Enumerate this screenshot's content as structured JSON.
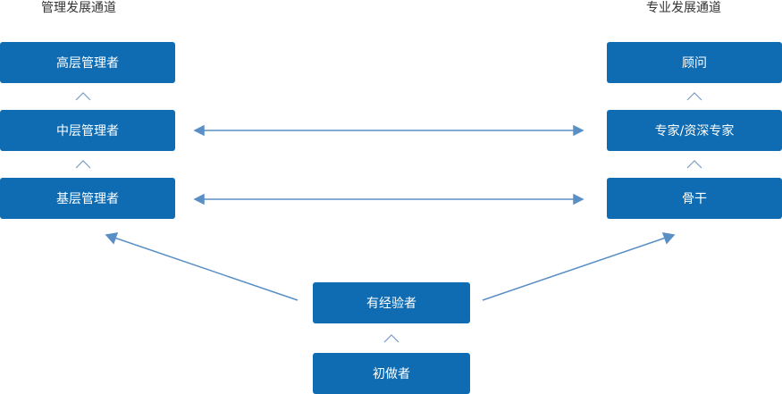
{
  "headings": {
    "management": "管理发展通道",
    "professional": "专业发展通道"
  },
  "management_track": [
    "高层管理者",
    "中层管理者",
    "基层管理者"
  ],
  "professional_track": [
    "顾问",
    "专家/资深专家",
    "骨干"
  ],
  "entry_track": [
    "有经验者",
    "初做者"
  ],
  "colors": {
    "box": "#0f6cb2",
    "box_text": "#ffffff",
    "arrow": "#5a8fc6",
    "chevron": "#7a9cc4",
    "heading_text": "#333333"
  }
}
